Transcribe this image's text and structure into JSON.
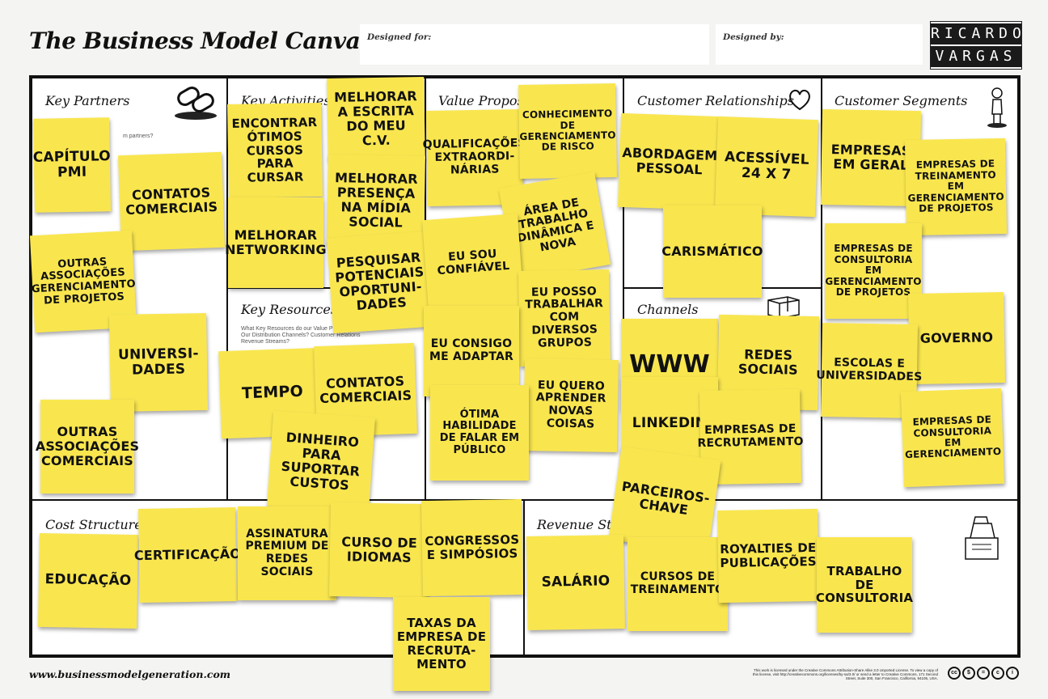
{
  "header": {
    "title": "The Business Model Canvas",
    "designed_for_label": "Designed for:",
    "designed_by_label": "Designed by:",
    "logo_line1": "RICARDO",
    "logo_line2": "VARGAS"
  },
  "sections": {
    "key_partners": "Key Partners",
    "key_activities": "Key Activities",
    "value_propositions": "Value Propos",
    "customer_relationships": "Customer Relationships",
    "customer_segments": "Customer Segments",
    "key_resources": "Key Resources",
    "channels": "Channels",
    "cost_structure": "Cost Structure",
    "revenue_streams": "Revenue Str"
  },
  "questions": {
    "key_partners": "m partners?",
    "key_resources": "What Key Resources do our Value Propositions\nOur Distribution Channels? Customer Relations\nRevenue Streams?"
  },
  "notes": {
    "kp1": "Capítulo PMI",
    "kp2": "Contatos comerciais",
    "kp3": "Outras associações gerenciamento de projetos",
    "kp4": "Universi-dades",
    "kp5": "Outras associações comerciais",
    "ka1": "Encontrar ótimos cursos para cursar",
    "ka2": "Melhorar a escrita do meu C.V.",
    "ka3": "Melhorar presença na mídia social",
    "ka4": "Melhorar networking",
    "ka5": "Pesquisar potenciais oportuni-dades",
    "kr1": "Tempo",
    "kr2": "Contatos comerciais",
    "kr3": "Dinheiro para suportar custos",
    "vp1": "Qualificações extraordi-nárias",
    "vp2": "Conhecimento de gerenciamento de risco",
    "vp3": "Área de trabalho dinâmica e nova",
    "vp4": "Eu sou confiável",
    "vp5": "Eu posso trabalhar com diversos grupos",
    "vp6": "Eu consigo me adaptar",
    "vp7": "Eu quero aprender novas coisas",
    "vp8": "Ótima habilidade de falar em público",
    "cr1": "Abordagem pessoal",
    "cr2": "Acessível 24 x 7",
    "cr3": "Carismático",
    "ch1": "WWW",
    "ch2": "Redes sociais",
    "ch3": "LinkedIn",
    "ch4": "Empresas de recrutamento",
    "ch5": "Parceiros-chave",
    "cs1": "Empresas em geral",
    "cs2": "Empresas de treinamento em gerenciamento de projetos",
    "cs3": "Empresas de consultoria em gerenciamento de projetos",
    "cs4": "Governo",
    "cs5": "Escolas e universidades",
    "cs6": "Empresas de consultoria em gerenciamento",
    "co1": "Educação",
    "co2": "Certificação",
    "co3": "Assinatura premium de redes sociais",
    "co4": "Curso de idiomas",
    "co5": "Congressos e simpósios",
    "co6": "Taxas da empresa de recruta-mento",
    "rs1": "Salário",
    "rs2": "Cursos de treinamento",
    "rs3": "Royalties de publicações",
    "rs4": "Trabalho de consultoria"
  },
  "footer": {
    "url": "www.businessmodelgeneration.com",
    "license": "This work is licensed under the Creative Commons Attribution-Share Alike 3.0 Unported License. To view a copy of this license, visit http://creativecommons.org/licenses/by-sa/3.0/ or send a letter to Creative Commons, 171 Second Street, Suite 300, San Francisco, California, 94105, USA."
  },
  "colors": {
    "sticky_note": "#f9e64f",
    "border": "#111111",
    "background": "#f4f4f2"
  }
}
